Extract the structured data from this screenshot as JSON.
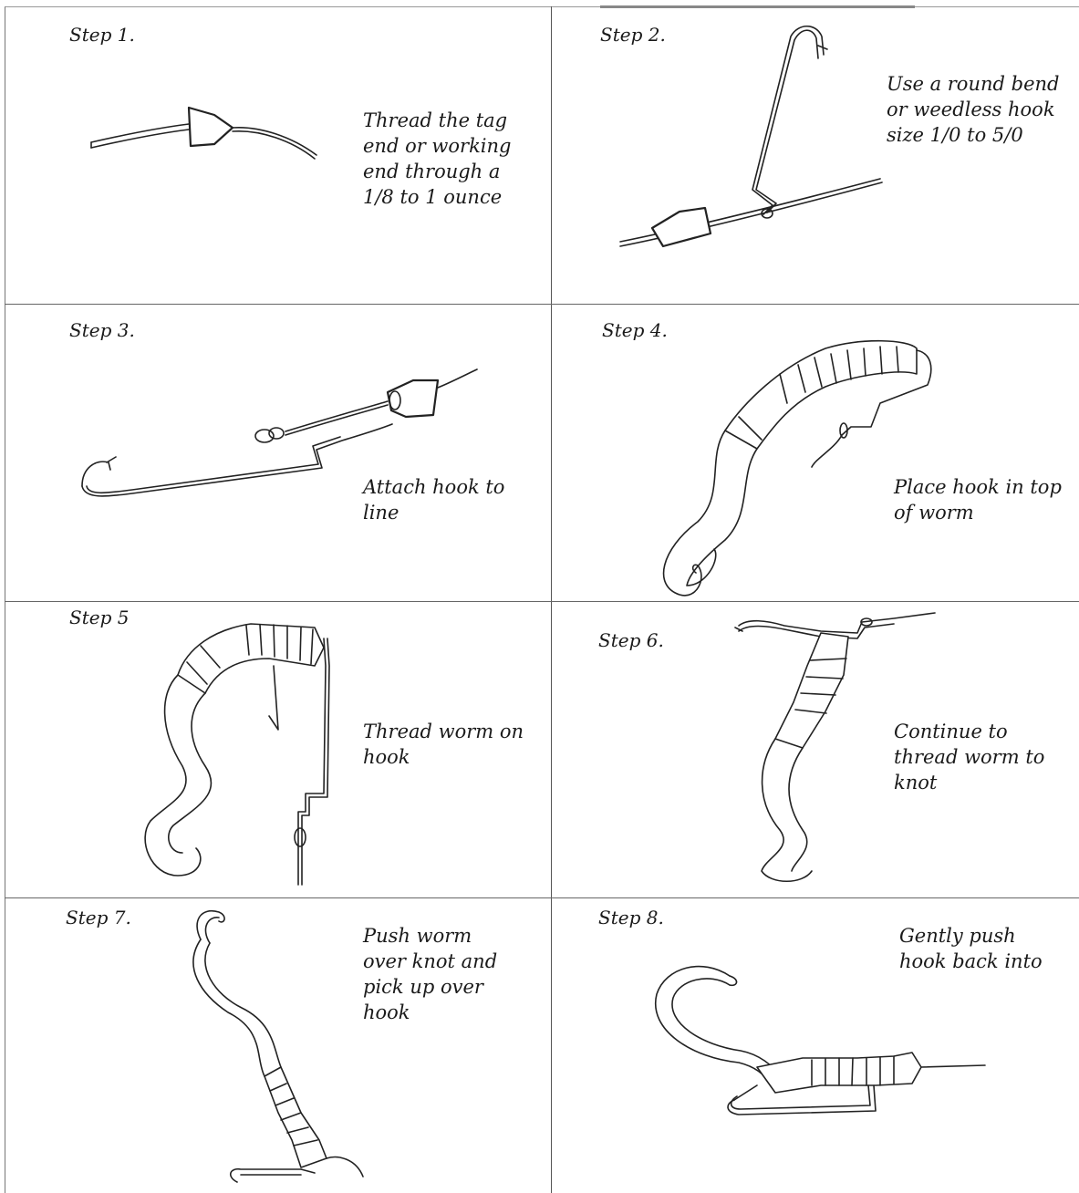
{
  "steps": [
    {
      "label": "Step 1.",
      "caption_lines": [
        "Thread the tag",
        "end or working",
        "end through a",
        "1/8 to 1 ounce"
      ],
      "illustration": "sinker-on-line"
    },
    {
      "label": "Step 2.",
      "caption_lines": [
        "Use a round bend",
        "or weedless hook",
        "size 1/0 to 5/0"
      ],
      "illustration": "hook-tied-on-line"
    },
    {
      "label": "Step 3.",
      "caption_lines": [
        "Attach hook to",
        "line"
      ],
      "illustration": "hook-attached"
    },
    {
      "label": "Step 4.",
      "caption_lines": [
        "Place hook in top",
        "of worm"
      ],
      "illustration": "hook-in-worm-top"
    },
    {
      "label": "Step 5",
      "caption_lines": [
        "Thread worm on",
        "hook"
      ],
      "illustration": "worm-threaded"
    },
    {
      "label": "Step 6.",
      "caption_lines": [
        "Continue to",
        "thread worm to",
        "knot"
      ],
      "illustration": "worm-to-knot"
    },
    {
      "label": "Step 7.",
      "caption_lines": [
        "Push worm",
        "over knot and",
        "pick up over",
        "hook"
      ],
      "illustration": "worm-over-knot"
    },
    {
      "label": "Step 8.",
      "caption_lines": [
        "Gently push",
        "hook back into"
      ],
      "illustration": "hook-back-in-worm"
    }
  ],
  "colors": {
    "ink": "#222222",
    "grid": "#666666",
    "background": "#ffffff"
  }
}
